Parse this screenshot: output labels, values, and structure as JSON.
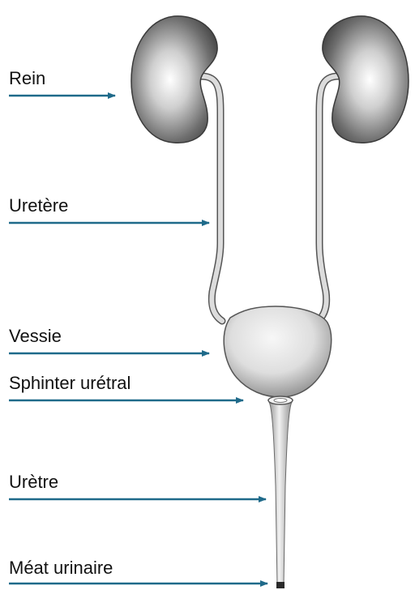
{
  "labels": [
    {
      "id": "rein",
      "text": "Rein"
    },
    {
      "id": "uretere",
      "text": "Uretère"
    },
    {
      "id": "vessie",
      "text": "Vessie"
    },
    {
      "id": "sphincter",
      "text": "Sphinter urétral"
    },
    {
      "id": "uretre",
      "text": "Urètre"
    },
    {
      "id": "meat",
      "text": "Méat urinaire"
    }
  ],
  "colors": {
    "arrow": "#1f6a8a",
    "organ_light": "#f2f2f2",
    "organ_mid": "#a8a8a8",
    "organ_dark": "#4a4a4a",
    "outline": "#333333"
  }
}
